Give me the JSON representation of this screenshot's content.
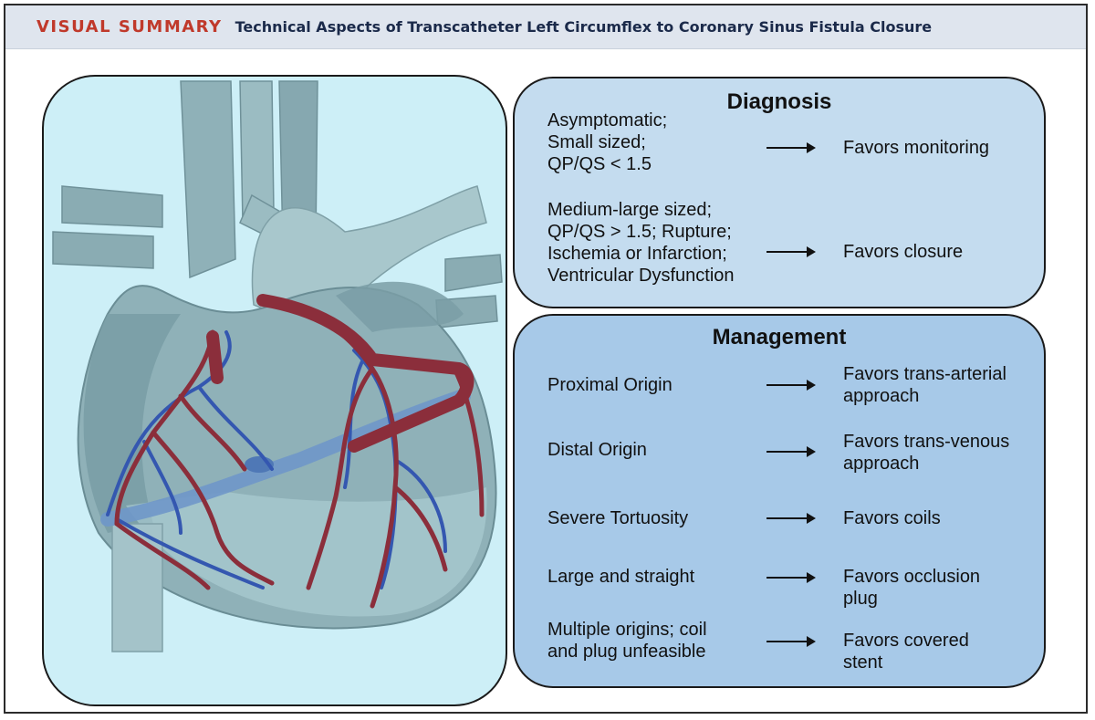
{
  "header": {
    "tag": "VISUAL SUMMARY",
    "title": "Technical Aspects of Transcatheter Left Circumflex to Coronary Sinus Fistula Closure"
  },
  "illustration": {
    "subject": "heart-illustration",
    "colors": {
      "panel_bg": "#cdeff7",
      "heart": "#8fb1b8",
      "heart_dark": "#7a9ea6",
      "artery": "#8b2e3b",
      "vein": "#3457b0",
      "sinus": "#6f97c9"
    }
  },
  "diagnosis": {
    "title": "Diagnosis",
    "rows": [
      {
        "condition": [
          "Asymptomatic;",
          "Small sized;",
          "QP/QS < 1.5"
        ],
        "outcome": [
          "Favors monitoring"
        ]
      },
      {
        "condition": [
          "Medium-large sized;",
          "QP/QS > 1.5; Rupture;",
          "Ischemia or Infarction;",
          "Ventricular Dysfunction"
        ],
        "outcome": [
          "Favors closure"
        ]
      }
    ]
  },
  "management": {
    "title": "Management",
    "rows": [
      {
        "condition": [
          "Proximal Origin"
        ],
        "outcome": [
          "Favors trans-arterial",
          "approach"
        ]
      },
      {
        "condition": [
          "Distal Origin"
        ],
        "outcome": [
          "Favors trans-venous",
          "approach"
        ]
      },
      {
        "condition": [
          "Severe Tortuosity"
        ],
        "outcome": [
          "Favors coils"
        ]
      },
      {
        "condition": [
          "Large and straight"
        ],
        "outcome": [
          "Favors occlusion",
          "plug"
        ]
      },
      {
        "condition": [
          "Multiple origins; coil",
          "and plug unfeasible"
        ],
        "outcome": [
          "Favors covered",
          "stent"
        ]
      }
    ]
  },
  "colors": {
    "header_bg": "#dfe5ee",
    "tag": "#c0392b",
    "title": "#1b2a4a",
    "diagnosis_bg": "#c4dcef",
    "management_bg": "#a7c9e8"
  }
}
